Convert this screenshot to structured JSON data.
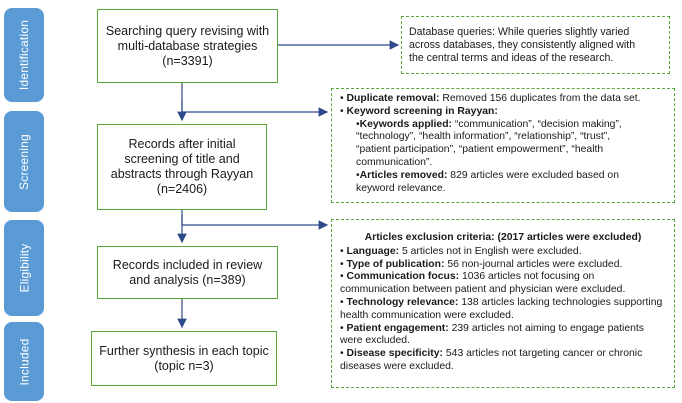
{
  "stages": {
    "identification": "Identification",
    "screening": "Screening",
    "eligibility": "Eligibility",
    "included": "Included"
  },
  "boxes": {
    "identification": {
      "line1": "Searching query revising with",
      "line2": "multi-database strategies",
      "count": "(n=3391)"
    },
    "screening": {
      "line1": "Records after initial",
      "line2": "screening of title and",
      "line3": "abstracts through Rayyan",
      "count": "(n=2406)"
    },
    "eligibility": {
      "line1": "Records included in review",
      "line2": "and analysis (n=389)"
    },
    "included": {
      "line1": "Further synthesis in each topic",
      "line2": "(topic n=3)"
    }
  },
  "notes": {
    "database": {
      "line1": "Database queries: While queries slightly varied",
      "line2": "across databases, they consistently aligned with",
      "line3": "the central terms and ideas of the research."
    },
    "screening": {
      "dup_label": "Duplicate removal:",
      "dup_text": " Removed 156 duplicates from the data set.",
      "kw_heading": "Keyword screening in Rayyan:",
      "kw_label": "Keywords applied:",
      "kw_text1": " “communication”, “decision making”,",
      "kw_text2": "“technology”, “health information”, “relationship”, “trust”,",
      "kw_text3": "“patient participation”, “patient empowerment”, “health",
      "kw_text4": "communication”.",
      "removed_label": "Articles removed:",
      "removed_text1": " 829 articles were excluded based on",
      "removed_text2": "keyword relevance."
    },
    "exclusion": {
      "title": "Articles exclusion criteria: (2017 articles were excluded)",
      "language_label": "Language:",
      "language_text": " 5 articles not in English were excluded.",
      "pub_label": "Type of publication:",
      "pub_text": " 56 non-journal articles were excluded.",
      "comm_label": "Communication focus:",
      "comm_text1": " 1036 articles not focusing on",
      "comm_text2": "communication between patient and physician were excluded.",
      "tech_label": "Technology relevance:",
      "tech_text1": " 138 articles lacking technologies supporting",
      "tech_text2": "health communication were excluded.",
      "engage_label": "Patient engagement:",
      "engage_text1": " 239 articles not aiming to engage patients",
      "engage_text2": "were excluded.",
      "disease_label": "Disease specificity:",
      "disease_text1": " 543 articles not targeting cancer or chronic",
      "disease_text2": "diseases were excluded."
    }
  },
  "colors": {
    "stage": "#5b9bd5",
    "box_border": "#5aa63a",
    "arrow": "#2e4a8c"
  }
}
